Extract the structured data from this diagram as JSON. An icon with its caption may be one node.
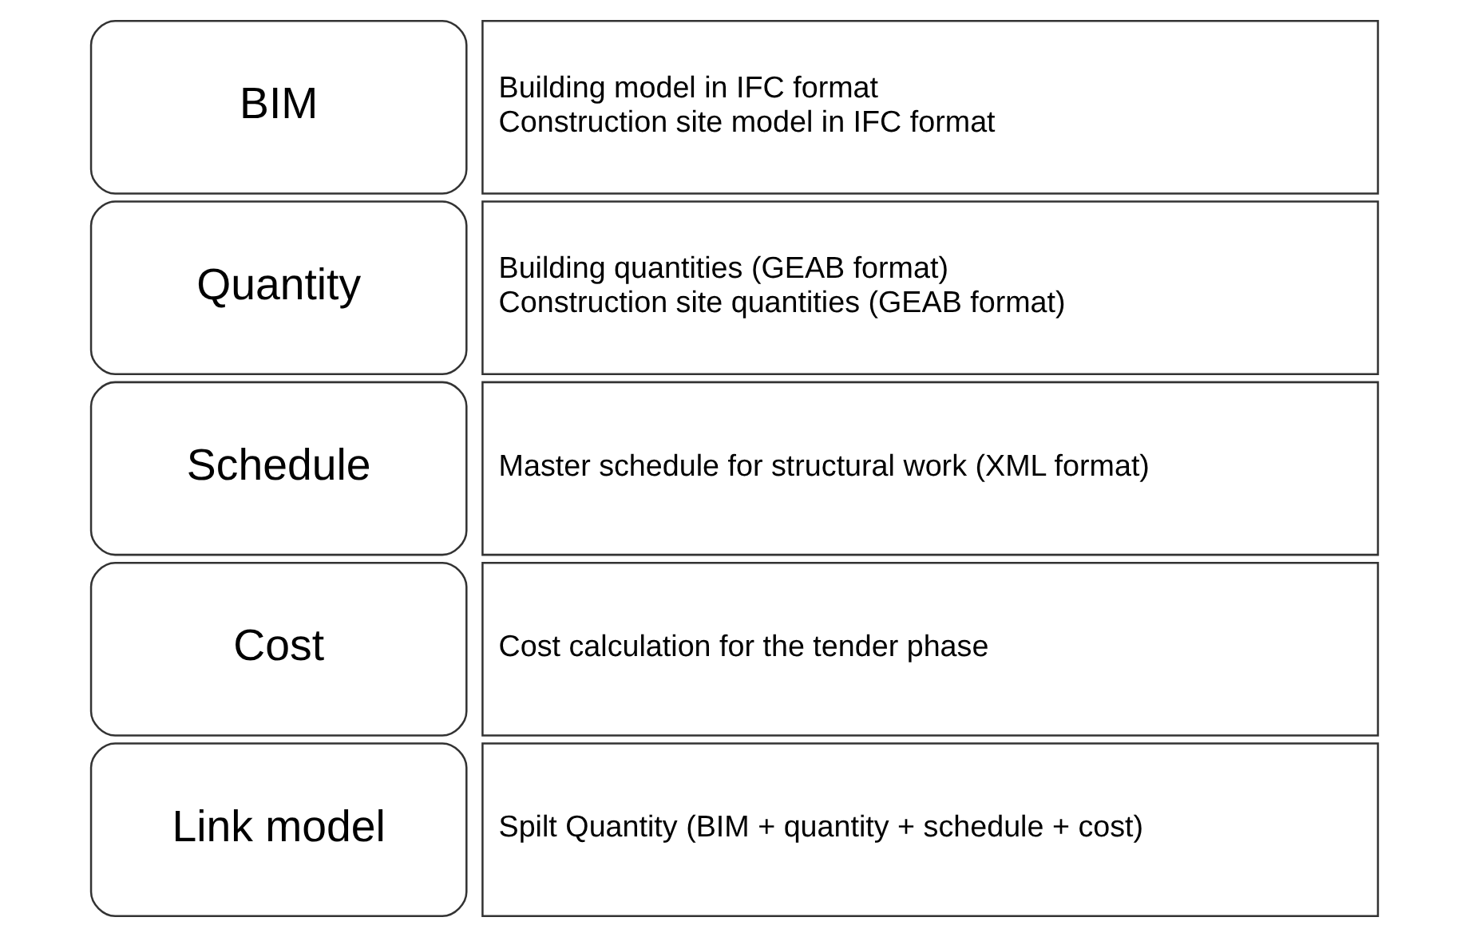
{
  "diagram": {
    "nodes": [
      {
        "text": [
          "BIM"
        ]
      },
      {
        "text": [
          "Building model in IFC format",
          "Construction site model in IFC format"
        ]
      },
      {
        "text": [
          "Quantity"
        ]
      },
      {
        "text": [
          "Building quantities (GEAB format)",
          "Construction site quantities (GEAB format)"
        ]
      },
      {
        "text": [
          "Schedule"
        ]
      },
      {
        "text": [
          "Master schedule for structural work (XML format)"
        ]
      },
      {
        "text": [
          "Cost"
        ]
      },
      {
        "text": [
          "Cost calculation for the tender phase"
        ]
      },
      {
        "text": [
          "Link model"
        ]
      },
      {
        "text": [
          "Spilt Quantity (BIM + quantity + schedule + cost)"
        ]
      }
    ],
    "edges": []
  }
}
